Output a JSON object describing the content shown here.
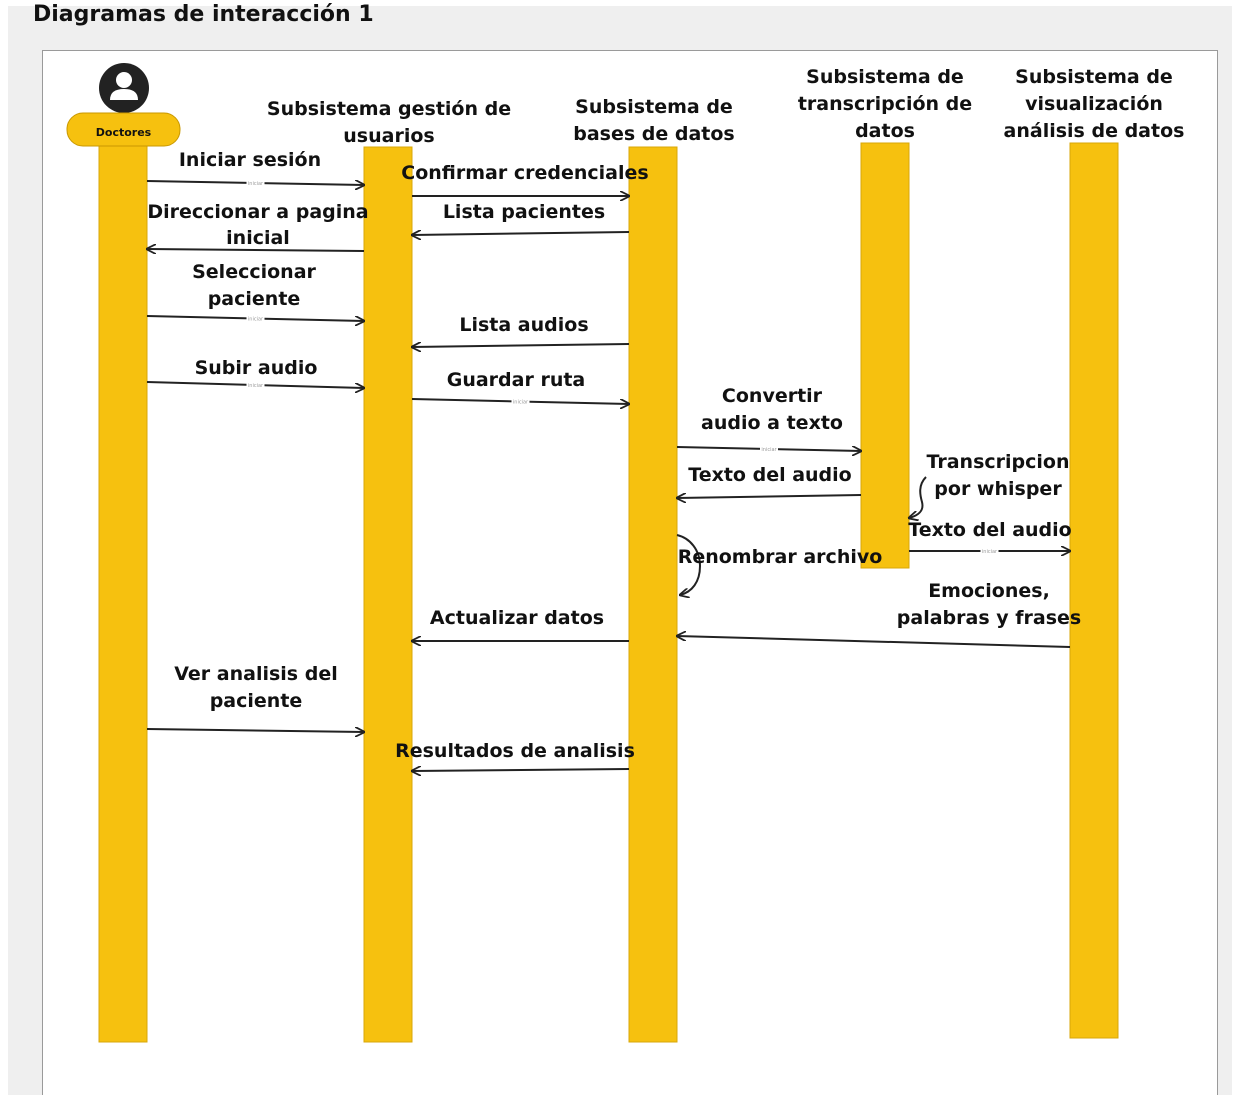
{
  "title": "Diagramas de interacción 1",
  "colors": {
    "lifeline": "#F6C10F",
    "lifeline_border": "#d8a708",
    "arrow": "#222222",
    "actor_icon": "#222222"
  },
  "actor": {
    "label": "Doctores",
    "icon": "person-icon"
  },
  "lifelines": [
    {
      "id": "doctores",
      "label": [
        "Doctores"
      ]
    },
    {
      "id": "usuarios",
      "label": [
        "Subsistema gestión de",
        "usuarios"
      ]
    },
    {
      "id": "bd",
      "label": [
        "Subsistema de",
        "bases de datos"
      ]
    },
    {
      "id": "transcripcion",
      "label": [
        "Subsistema de",
        "transcripción de",
        "datos"
      ]
    },
    {
      "id": "visualizacion",
      "label": [
        "Subsistema de",
        "visualización",
        "análisis de datos"
      ]
    }
  ],
  "messages": [
    {
      "from": "doctores",
      "to": "usuarios",
      "label": [
        "Iniciar sesión"
      ],
      "tag": "iniciar"
    },
    {
      "from": "usuarios",
      "to": "bd",
      "label": [
        "Confirmar credenciales"
      ]
    },
    {
      "from": "bd",
      "to": "usuarios",
      "label": [
        "Lista pacientes"
      ]
    },
    {
      "from": "usuarios",
      "to": "doctores",
      "label": [
        "Direccionar a pagina",
        "inicial"
      ]
    },
    {
      "from": "doctores",
      "to": "usuarios",
      "label": [
        "Seleccionar",
        "paciente"
      ],
      "tag": "iniciar"
    },
    {
      "from": "bd",
      "to": "usuarios",
      "label": [
        "Lista audios"
      ]
    },
    {
      "from": "doctores",
      "to": "usuarios",
      "label": [
        "Subir audio"
      ],
      "tag": "iniciar"
    },
    {
      "from": "usuarios",
      "to": "bd",
      "label": [
        "Guardar ruta"
      ],
      "tag": "iniciar"
    },
    {
      "from": "bd",
      "to": "transcripcion",
      "label": [
        "Convertir",
        "audio a texto"
      ],
      "tag": "iniciar"
    },
    {
      "from": "transcripcion",
      "to": "bd",
      "label": [
        "Texto del audio"
      ]
    },
    {
      "from": "transcripcion",
      "to": "transcripcion",
      "label": [
        "Transcripcion",
        "por whisper"
      ]
    },
    {
      "from": "transcripcion",
      "to": "visualizacion",
      "label": [
        "Texto del audio"
      ],
      "tag": "iniciar"
    },
    {
      "from": "bd",
      "to": "bd",
      "label": [
        "Renombrar archivo"
      ]
    },
    {
      "from": "visualizacion",
      "to": "bd",
      "label": [
        "Emociones,",
        "palabras y frases"
      ]
    },
    {
      "from": "bd",
      "to": "usuarios",
      "label": [
        "Actualizar datos"
      ]
    },
    {
      "from": "doctores",
      "to": "usuarios",
      "label": [
        "Ver analisis del",
        "paciente"
      ]
    },
    {
      "from": "bd",
      "to": "usuarios",
      "label": [
        "Resultados de analisis"
      ]
    }
  ]
}
